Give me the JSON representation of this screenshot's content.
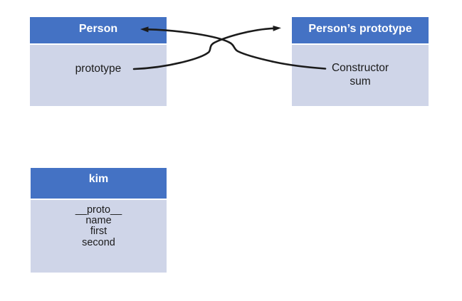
{
  "colors": {
    "header_bg": "#4472C4",
    "body_bg": "#CFD5E8",
    "header_text": "#FFFFFF",
    "text": "#1B1B1B",
    "arrow": "#1B1B1B",
    "background": "#FFFFFF"
  },
  "boxes": {
    "person": {
      "title": "Person",
      "members": [
        "prototype"
      ]
    },
    "persons_prototype": {
      "title": "Person’s prototype",
      "members": [
        "Constructor",
        "sum"
      ]
    },
    "kim": {
      "title": "kim",
      "members": [
        "__proto__",
        "name",
        "first",
        "second"
      ]
    }
  },
  "arrows": [
    {
      "from": "prototype",
      "to": "Person’s prototype"
    },
    {
      "from": "Constructor",
      "to": "Person"
    }
  ]
}
